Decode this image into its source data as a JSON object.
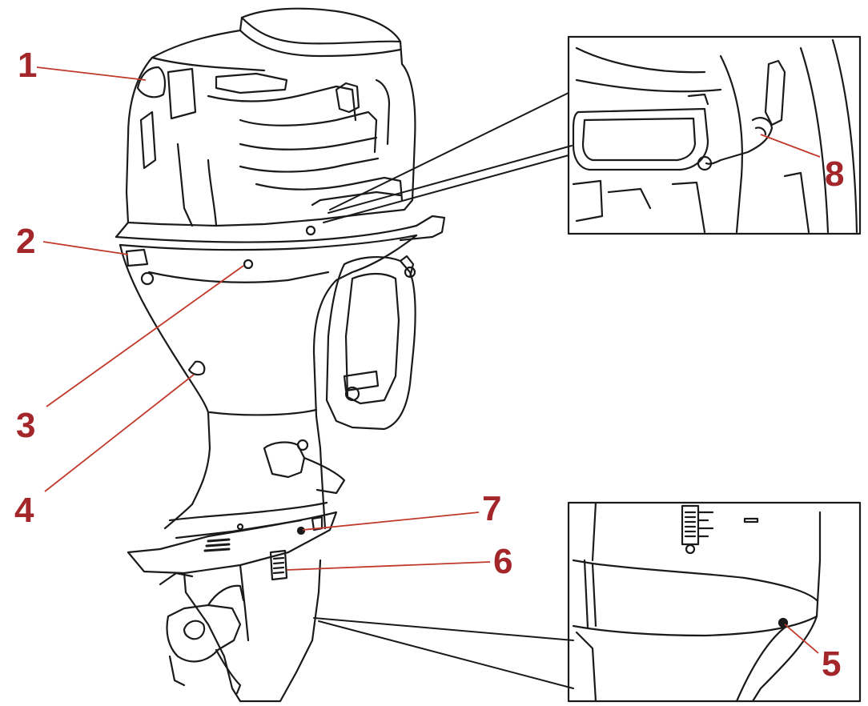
{
  "callouts": [
    {
      "id": "1",
      "label": "1"
    },
    {
      "id": "2",
      "label": "2"
    },
    {
      "id": "3",
      "label": "3"
    },
    {
      "id": "4",
      "label": "4"
    },
    {
      "id": "5",
      "label": "5"
    },
    {
      "id": "6",
      "label": "6"
    },
    {
      "id": "7",
      "label": "7"
    },
    {
      "id": "8",
      "label": "8"
    }
  ],
  "colors": {
    "callout_text": "#a3262a",
    "leader_line": "#c0392b",
    "outline": "#1a1a1a"
  }
}
